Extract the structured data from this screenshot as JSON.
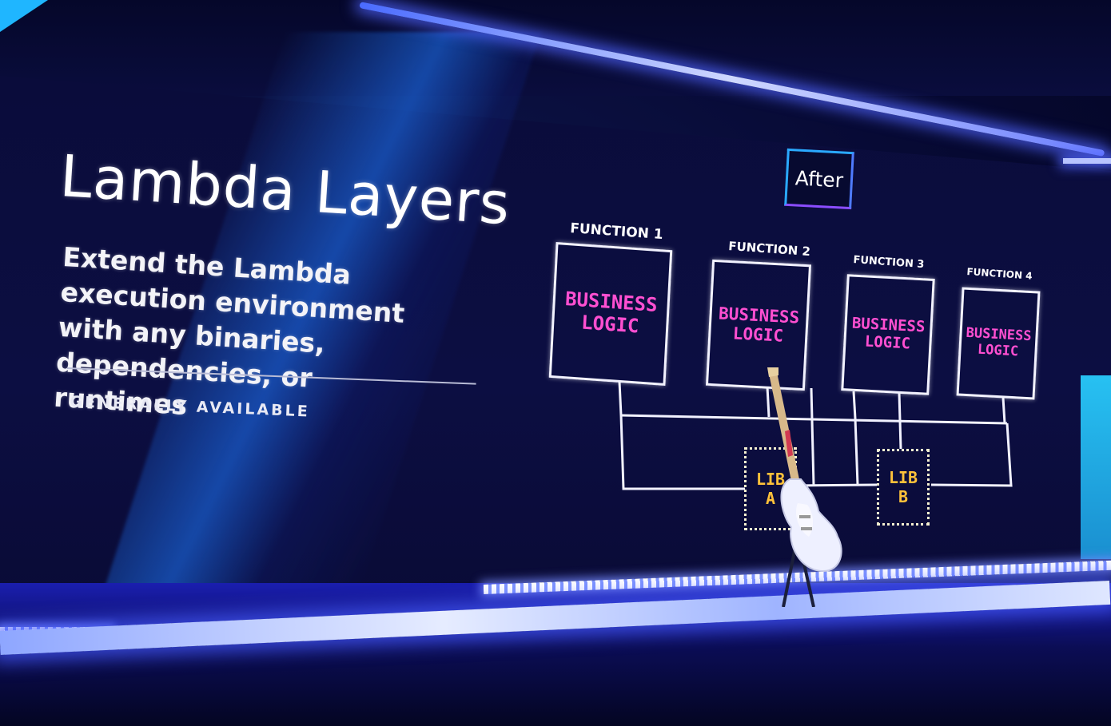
{
  "slide": {
    "title": "Lambda Layers",
    "subtitle": "Extend the Lambda execution environment with any binaries, dependencies, or runtimes",
    "status": "GENERALLY AVAILABLE"
  },
  "diagram": {
    "badge": "After",
    "functions": [
      {
        "label": "FUNCTION 1",
        "line1": "BUSINESS",
        "line2": "LOGIC"
      },
      {
        "label": "FUNCTION 2",
        "line1": "BUSINESS",
        "line2": "LOGIC"
      },
      {
        "label": "FUNCTION 3",
        "line1": "BUSINESS",
        "line2": "LOGIC"
      },
      {
        "label": "FUNCTION 4",
        "line1": "BUSINESS",
        "line2": "LOGIC"
      }
    ],
    "libraries": [
      {
        "line1": "LIB",
        "line2": "A"
      },
      {
        "line1": "LIB",
        "line2": "B"
      }
    ]
  },
  "colors": {
    "background": "#0a0c3a",
    "business_logic": "#ff4fd1",
    "library": "#ffc23a",
    "accent_blue": "#2aa9ff",
    "led": "#b8c4ff"
  }
}
